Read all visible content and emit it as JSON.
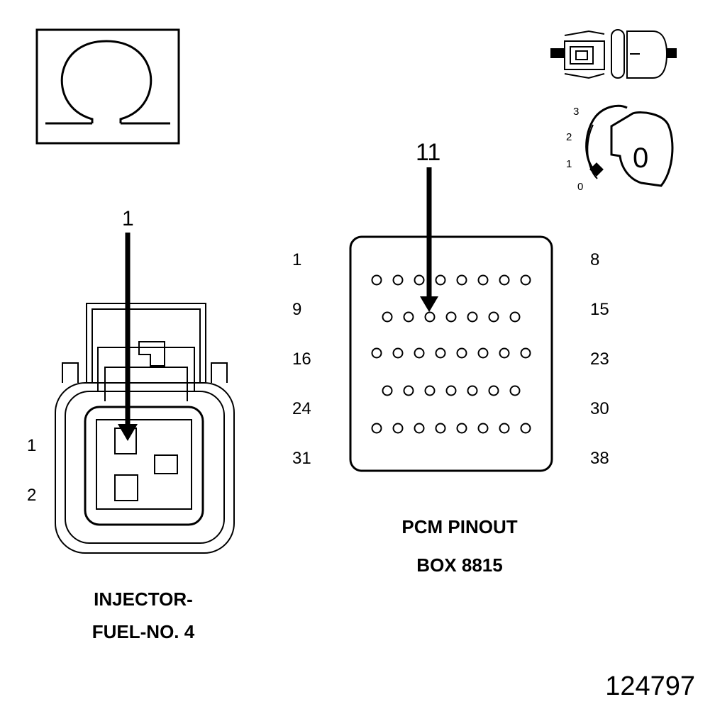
{
  "ohm_symbol": "Ω",
  "injector_arrow_label": "1",
  "injector_pin_labels": [
    "1",
    "2"
  ],
  "injector_caption": [
    "INJECTOR-",
    "FUEL-NO. 4"
  ],
  "pcm_arrow_label": "11",
  "pcm_left_labels": [
    "1",
    "9",
    "16",
    "24",
    "31"
  ],
  "pcm_right_labels": [
    "8",
    "15",
    "23",
    "30",
    "38"
  ],
  "pcm_row_pin_counts": [
    8,
    7,
    8,
    7,
    8
  ],
  "pcm_caption": [
    "PCM PINOUT",
    "BOX 8815"
  ],
  "ignition_positions": [
    "3",
    "2",
    "1",
    "0"
  ],
  "ignition_key_text": "0",
  "figure_number": "124797"
}
